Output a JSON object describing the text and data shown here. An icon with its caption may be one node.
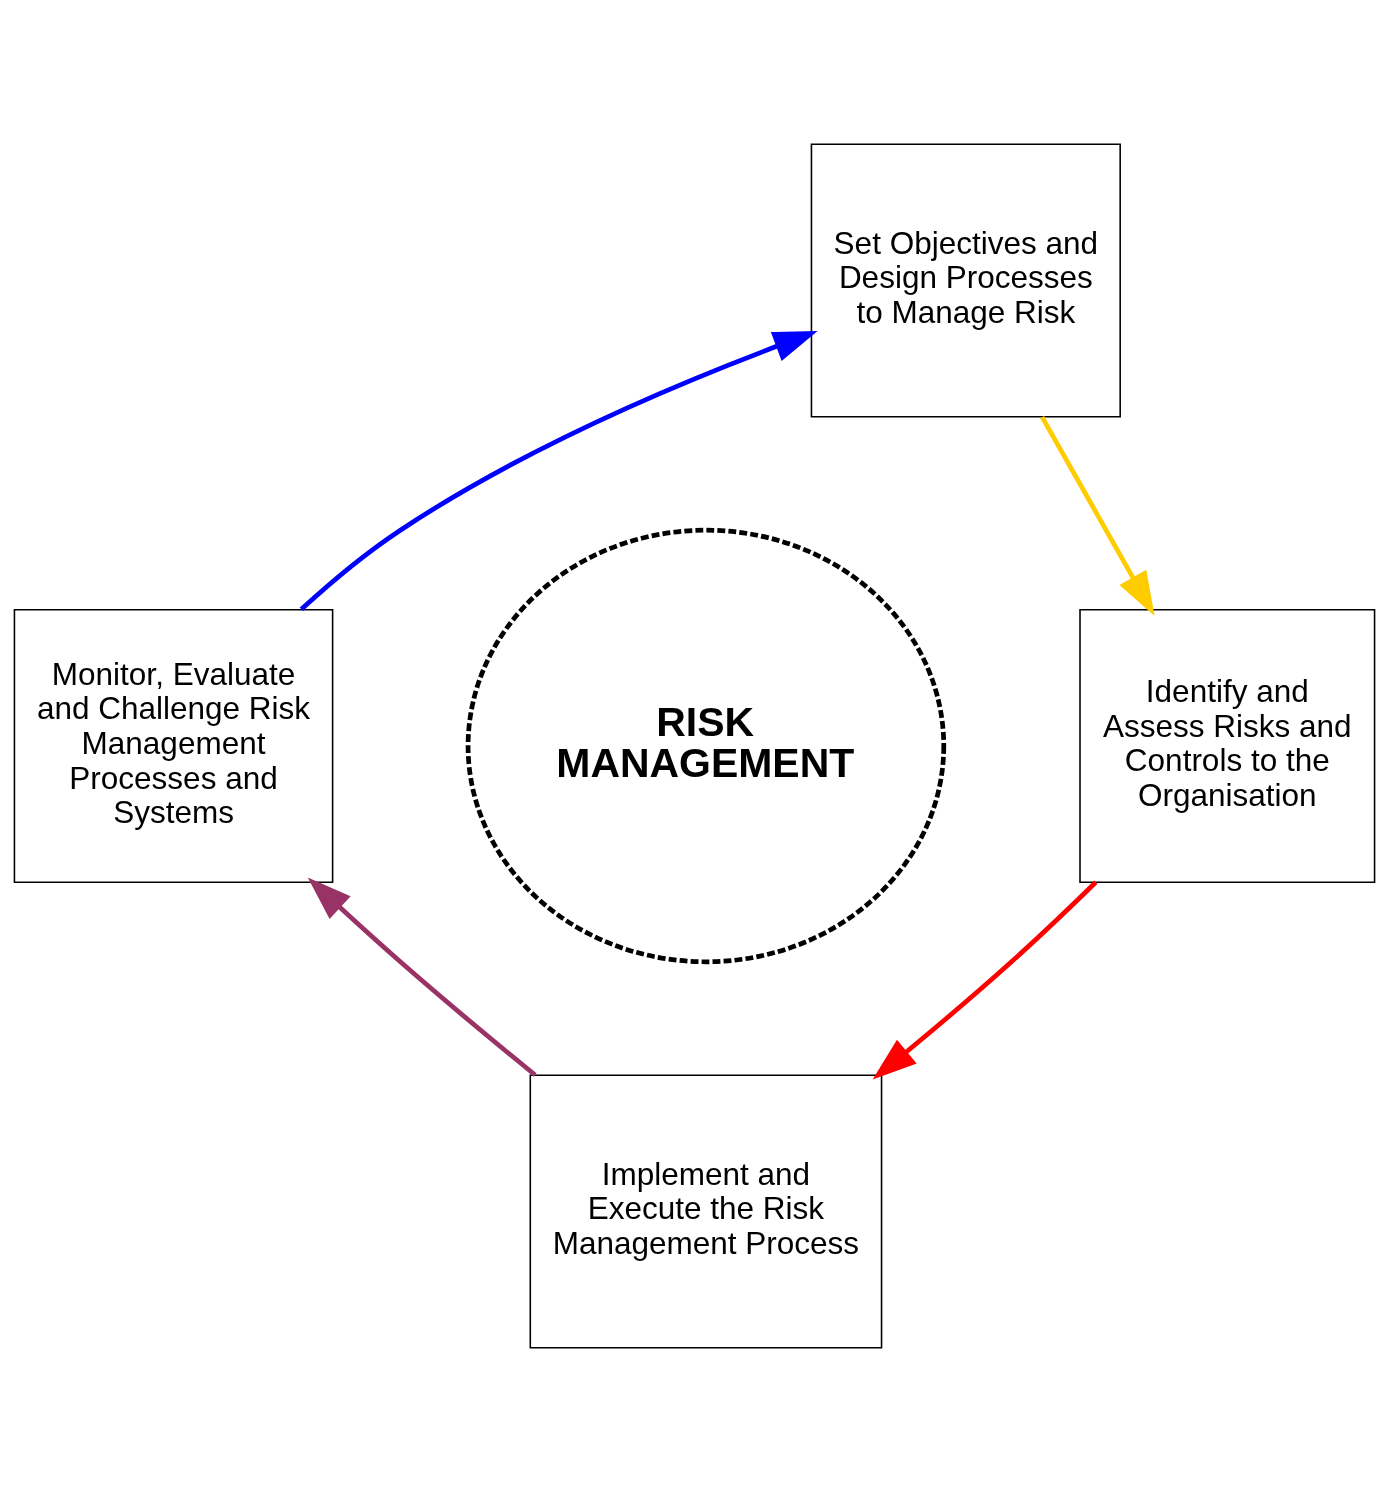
{
  "diagram": {
    "nodes": [
      {
        "text": [
          "Set Objectives and Design Processes to Manage Risk"
        ]
      },
      {
        "text": [
          "Identify and Assess Risks and Controls to the Organisation"
        ]
      },
      {
        "text": [
          "Implement and Execute the Risk Management Process"
        ]
      },
      {
        "text": [
          "Monitor, Evaluate and Challenge Risk Management Processes and Systems"
        ]
      },
      {
        "text": [
          "RISK MANAGEMENT"
        ]
      }
    ],
    "edges": [
      {
        "from": 0,
        "to": 1,
        "arrow": "to",
        "color": "#ffcc00"
      },
      {
        "from": 1,
        "to": 2,
        "arrow": "to",
        "color": "#ff0000"
      },
      {
        "from": 2,
        "to": 3,
        "arrow": "to",
        "color": "#993366"
      },
      {
        "from": 3,
        "to": 0,
        "arrow": "to",
        "color": "#0000ff"
      }
    ]
  }
}
